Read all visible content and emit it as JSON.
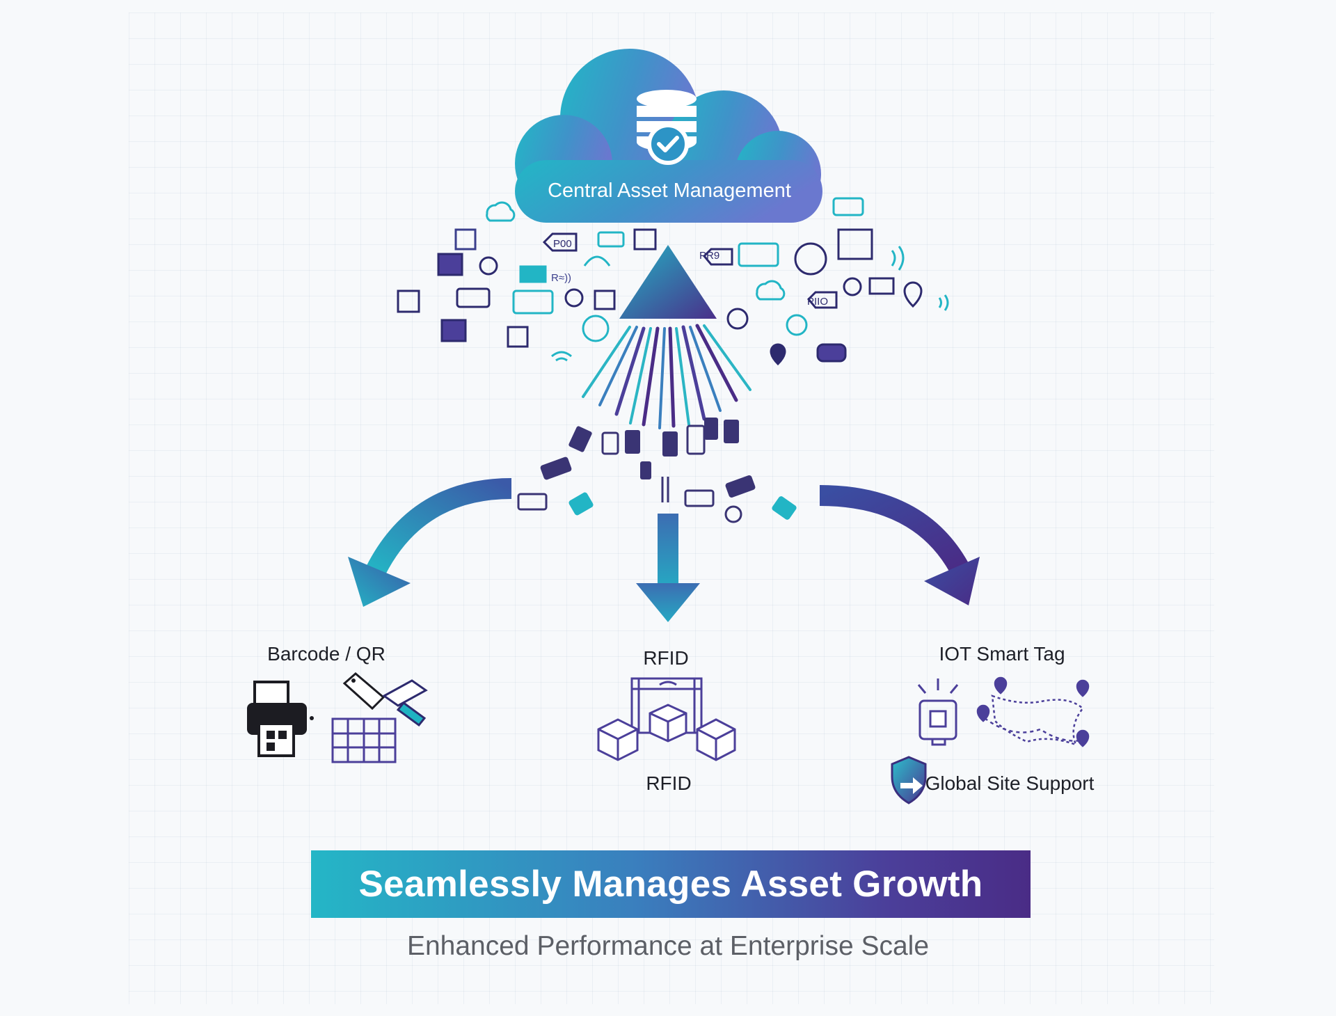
{
  "cloud": {
    "title": "Central Asset Management",
    "icon": "database-check-icon"
  },
  "branches": [
    {
      "label": "Barcode / QR",
      "icons": [
        "printer-icon",
        "tag-icon",
        "barcode-scanner-icon",
        "grid-icon"
      ]
    },
    {
      "label": "RFID",
      "caption": "RFID",
      "icons": [
        "rfid-gate-icon",
        "box-icon"
      ]
    },
    {
      "label": "IOT Smart Tag",
      "icons": [
        "smart-tag-icon",
        "map-route-icon"
      ],
      "badge": "Global Site Support",
      "badge_icon": "shield-arrow-icon"
    }
  ],
  "banner": {
    "text": "Seamlessly Manages Asset Growth"
  },
  "subtitle": "Enhanced Performance at Enterprise Scale",
  "floating_text": {
    "t1": "P00",
    "t2": "PR9",
    "t3": "PIIO",
    "t4": "R≈))"
  },
  "colors": {
    "teal": "#22b5c5",
    "blue": "#3b6fb5",
    "purple": "#4b2e87",
    "ink": "#1f2430"
  }
}
